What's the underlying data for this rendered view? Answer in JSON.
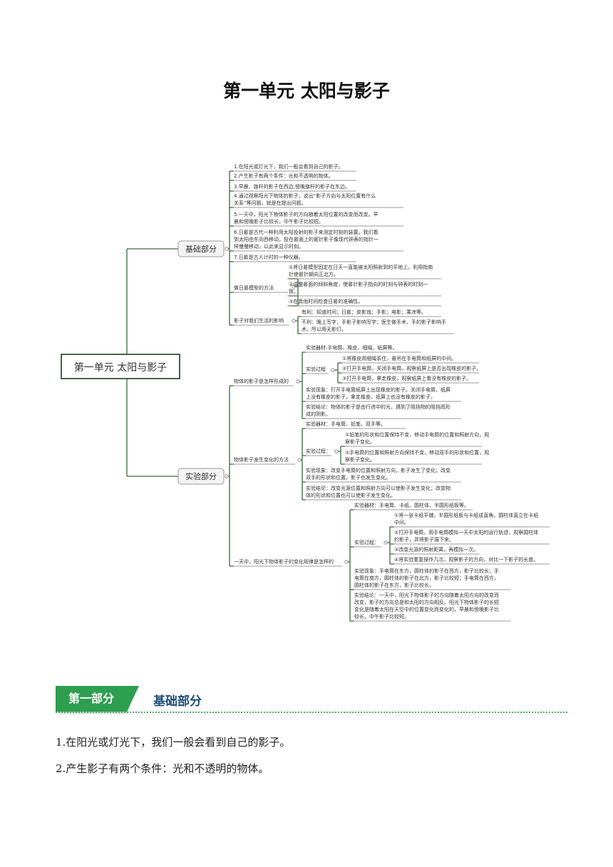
{
  "page_title": "第一单元  太阳与影子",
  "mindmap": {
    "root": "第一单元 太阳与影子",
    "branch_basic": "基础部分",
    "branch_exp": "实验部分",
    "basic_items": [
      "1.在阳光或灯光下，我们一般会看到自己的影子。",
      "2.产生影子有两个条件：光和不透明的物体。",
      "3.早晨，旗杆的影子在西边;傍晚旗杆的影子在东边。",
      [
        "4.通过观察阳光下物体的影子，说出“影子方向与太阳位置有什么",
        "关系”等问题，就是在提出问题。"
      ],
      [
        "5.一天中，阳光下物体影子的方向随着太阳位置的改变而改变。早",
        "晨和傍晚影子比较长，中午影子比较短。"
      ],
      [
        "6.日晷是古代一种利用太阳投射的影子来测定时刻的装置。我们看",
        "到太阳由东向西移动，投在晷面上的晷针影子像现代钟表的指针一",
        "样慢慢移动，以此来显示时刻。"
      ],
      "7.日晷是古人计时的一种仪器。"
    ],
    "sundial_label": "做日晷模型的方法",
    "sundial_items": [
      [
        "①将日晷模型固定在日天一直能被太阳照射到的平地上。利用指南",
        "针使晷针朝向正北方。"
      ],
      [
        "②调整晷面的倾斜角度，使晷针影子指向的时刻与钟表的时刻一",
        "致。"
      ],
      "③在其他时间检查日晷的准确性。"
    ],
    "influence_label": "影子对我们生活的影响",
    "influence_items": [
      "有利：知道时间；日晷；皮影戏；手影；电影；乘凉等。",
      [
        "不利：晚上写字，手影子影响写字；医生做手术，手的影子影响手",
        "术。所以用无影灯。"
      ]
    ],
    "formed_label": "物体的影子是怎样形成的",
    "formed_material": "实验器材:手电筒、橡皮、细绳、纸屏等。",
    "formed_process_label": "实验过程",
    "formed_process": [
      "①将橡皮用细绳系住，悬吊在手电筒和纸屏的中间。",
      "②打开手电筒，关闭手电筒，观察纸屏上是否出现橡皮的影子。",
      "③打开手电筒，拿走橡皮，观察纸屏上看没有橡皮的影子。"
    ],
    "formed_phenomenon": [
      "实验现象：打开手电筒纸屏上出现橡皮的影子。关闭手电筒，纸屏",
      "上没有橡皮的影子，拿走橡皮，纸屏上也没有橡皮的影子。"
    ],
    "formed_conclusion": [
      "实验结论：物体的影子是由行进中的光，遇到了阻挡物的阻挡而形",
      "成的阴影。"
    ],
    "change_label": "物体影子发生变化的方法",
    "change_material": "实验器材：手电筒、铅笔、双手等。",
    "change_process_label": "实验过程：",
    "change_process": [
      [
        "①铅笔的形状和位置保持不变，移动手电筒的位置和照射方向，观",
        "察影子变化。"
      ],
      [
        "②手电筒的位置和照射方向保持不变，移动双手的形状和位置，观",
        "察影子变化。"
      ]
    ],
    "change_phenomenon": [
      "实验现象：改变手电筒的位置和照射方向，影子发生了变化；改变",
      "双手的形状和位置，影子也发生变化。"
    ],
    "change_conclusion": [
      "实验结论：改变光源位置和照射方向可以使影子发生变化；改变物",
      "体的形状和位置也可以使影子发生变化。"
    ],
    "day_label": "一天中，阳光下物体影子的变化规律是怎样的",
    "day_material": "实验器材：手电筒、卡纸、圆柱体、半圆形纸板等。",
    "day_process_label": "实验过程：",
    "day_process": [
      [
        "①将一张卡纸平铺，半圆形纸板与卡纸成直角，圆柱体直立在卡纸",
        "中间。"
      ],
      [
        "②打开手电筒，用手电筒模拟一天中太阳的运行轨迹，观察圆柱体",
        "的影子，并将影子描下来。"
      ],
      "③改变光源的照射距离，再模拟一次。",
      "④将实验重复操作几次，观察影子的方向，对比一下影子的长度。"
    ],
    "day_phenomenon": [
      "实验现象：手电筒在东方，圆柱体的影子在西方，影子比较长；手",
      "电筒在南方，圆柱体的影子在北方，影子比较短；手电筒在西方，",
      "圆柱体的影子在东方，影子比较长。"
    ],
    "day_conclusion": [
      "实验结论：一天中，阳光下物体影子的方向随着太阳方向的改变而",
      "改变，影子的方向总是和太阳的方向相反。阳光下物体影子的长短",
      "变化是随着太阳在天空中的位置变化而变化的，早晨和傍晚影子比",
      "较长，中午影子比较短。"
    ]
  },
  "section": {
    "tag": "第一部分",
    "heading": "基础部分"
  },
  "body": [
    "1.在阳光或灯光下，我们一般会看到自己的影子。",
    "2.产生影子有两个条件：光和不透明的物体。"
  ],
  "colors": {
    "accent_green": "#2e9e4f",
    "heading_blue": "#1f4e79",
    "mindmap_line": "#3a6b3a"
  }
}
